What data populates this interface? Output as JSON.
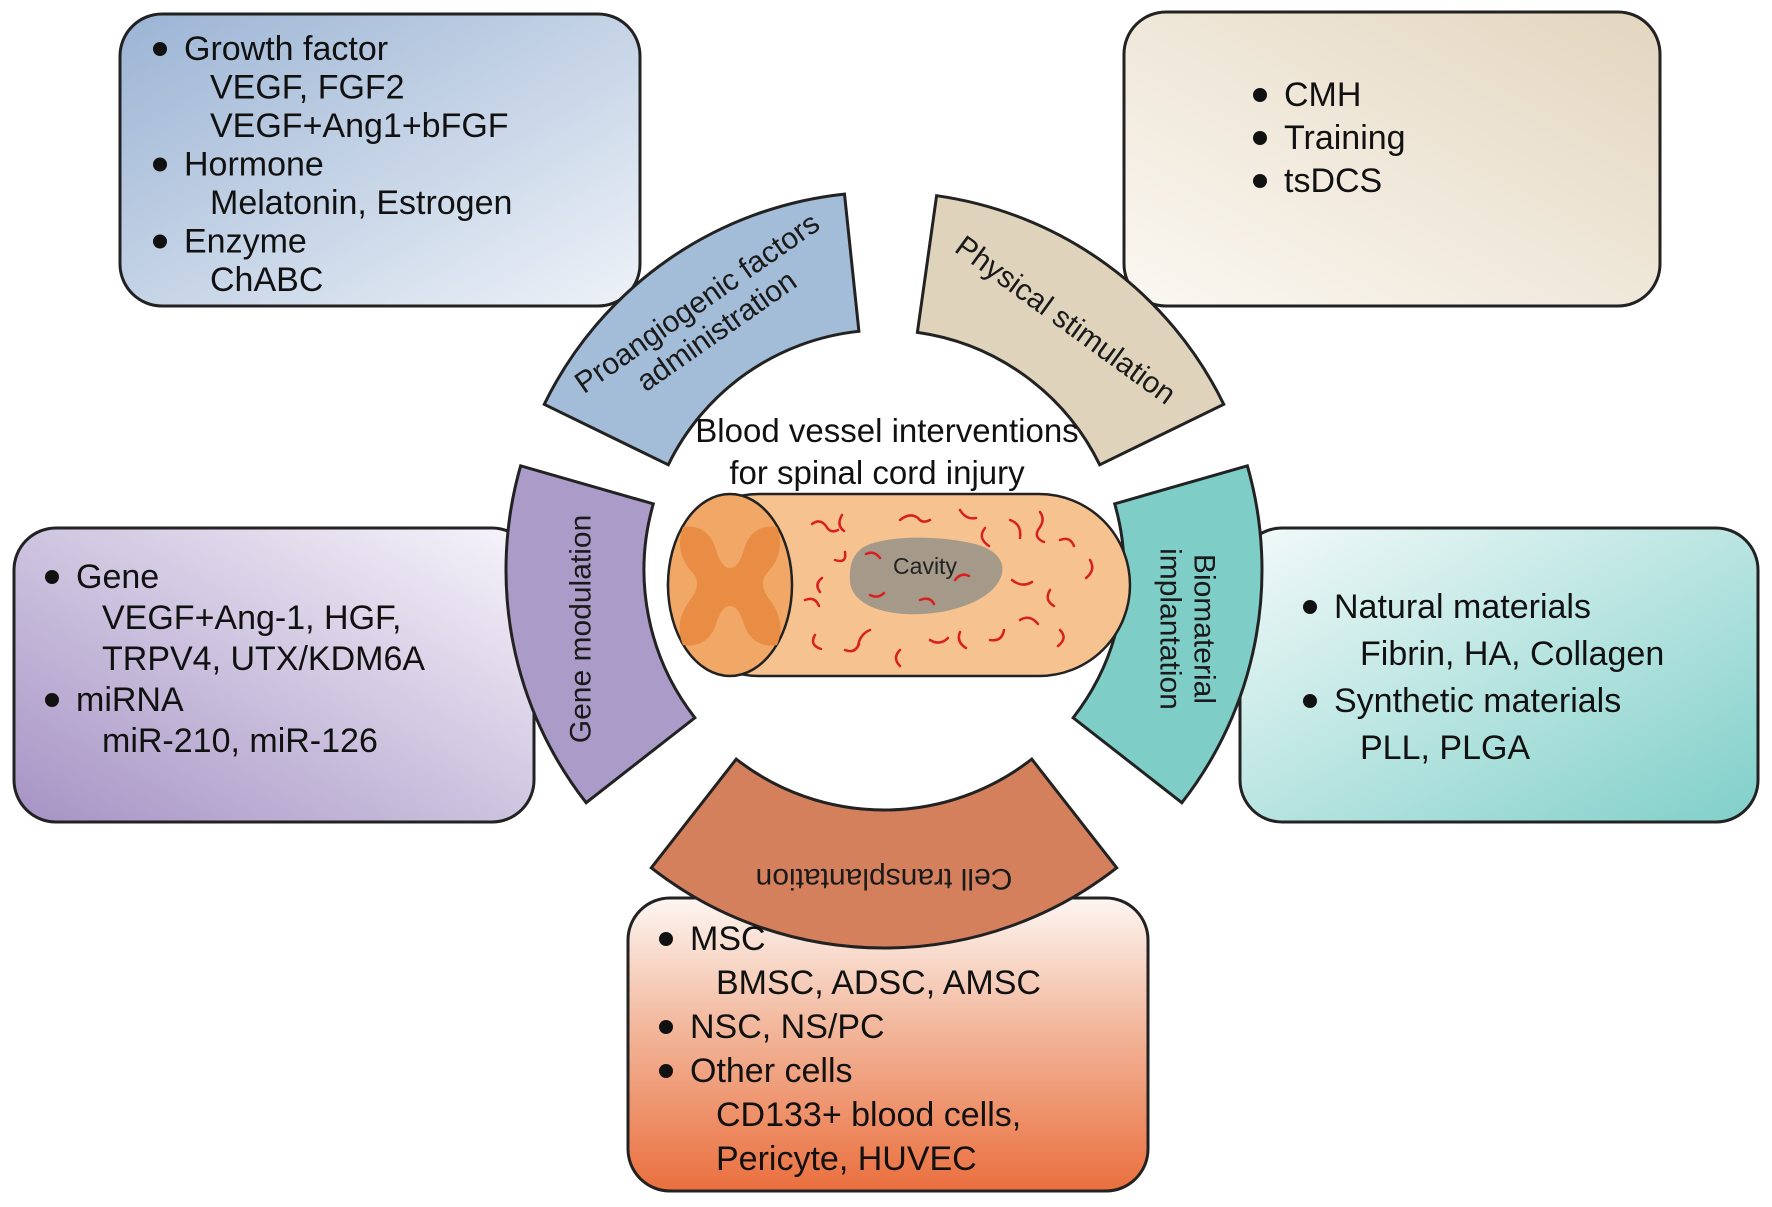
{
  "center": {
    "title_line1": "Blood vessel interventions",
    "title_line2": "for spinal cord injury",
    "cavity_label": "Cavity"
  },
  "segments": {
    "proangiogenic": {
      "line1": "Proangiogenic factors",
      "line2": "administration",
      "color": "#a3bcd8"
    },
    "physical": {
      "line1": "Physical stimulation",
      "color": "#e0d3bb"
    },
    "biomaterial": {
      "line1": "Biomaterial",
      "line2": "implantation",
      "color": "#7ecdc6"
    },
    "cell": {
      "line1": "Cell transplantation",
      "color": "#d4805d"
    },
    "gene": {
      "line1": "Gene modulation",
      "color": "#ab9bc8"
    }
  },
  "boxes": {
    "proangiogenic": {
      "lines": [
        {
          "text": "Growth factor",
          "bullet": true
        },
        {
          "text": "VEGF, FGF2",
          "bullet": false
        },
        {
          "text": "VEGF+Ang1+bFGF",
          "bullet": false
        },
        {
          "text": "Hormone",
          "bullet": true
        },
        {
          "text": "Melatonin, Estrogen",
          "bullet": false
        },
        {
          "text": "Enzyme",
          "bullet": true
        },
        {
          "text": "ChABC",
          "bullet": false
        }
      ]
    },
    "physical": {
      "lines": [
        {
          "text": "CMH",
          "bullet": true
        },
        {
          "text": "Training",
          "bullet": true
        },
        {
          "text": "tsDCS",
          "bullet": true
        }
      ]
    },
    "gene": {
      "lines": [
        {
          "text": "Gene",
          "bullet": true
        },
        {
          "text": "VEGF+Ang-1, HGF,",
          "bullet": false
        },
        {
          "text": "TRPV4, UTX/KDM6A",
          "bullet": false
        },
        {
          "text": "miRNA",
          "bullet": true
        },
        {
          "text": "miR-210, miR-126",
          "bullet": false
        }
      ]
    },
    "biomaterial": {
      "lines": [
        {
          "text": "Natural materials",
          "bullet": true
        },
        {
          "text": "Fibrin, HA, Collagen",
          "bullet": false
        },
        {
          "text": "Synthetic materials",
          "bullet": true
        },
        {
          "text": "PLL, PLGA",
          "bullet": false
        }
      ]
    },
    "cell": {
      "lines": [
        {
          "text": "MSC",
          "bullet": true
        },
        {
          "text": "BMSC,  ADSC, AMSC",
          "bullet": false
        },
        {
          "text": "NSC, NS/PC",
          "bullet": true
        },
        {
          "text": "Other cells",
          "bullet": true
        },
        {
          "text": "CD133+ blood cells,",
          "bullet": false
        },
        {
          "text": "Pericyte, HUVEC",
          "bullet": false
        }
      ]
    }
  },
  "colors": {
    "outline": "#222222",
    "cord_body": "#f6c28f",
    "cord_end": "#f1a766",
    "grey_matter": "#e98d44",
    "cavity": "#a59a89",
    "vessels": "#d82020"
  }
}
